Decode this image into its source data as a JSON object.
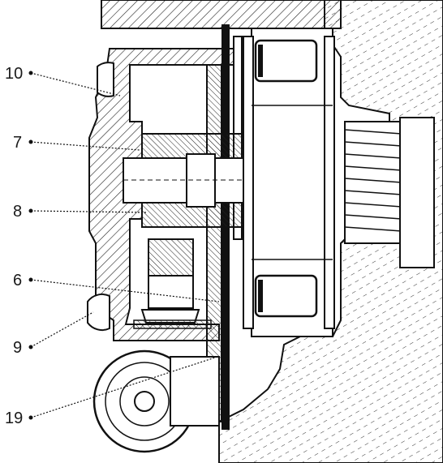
{
  "drawing": {
    "kind": "mechanical-cross-section",
    "callouts": [
      {
        "id": "callout-10",
        "label": "10"
      },
      {
        "id": "callout-7",
        "label": "7"
      },
      {
        "id": "callout-8",
        "label": "8"
      },
      {
        "id": "callout-6",
        "label": "6"
      },
      {
        "id": "callout-9",
        "label": "9"
      },
      {
        "id": "callout-19",
        "label": "19"
      }
    ]
  }
}
